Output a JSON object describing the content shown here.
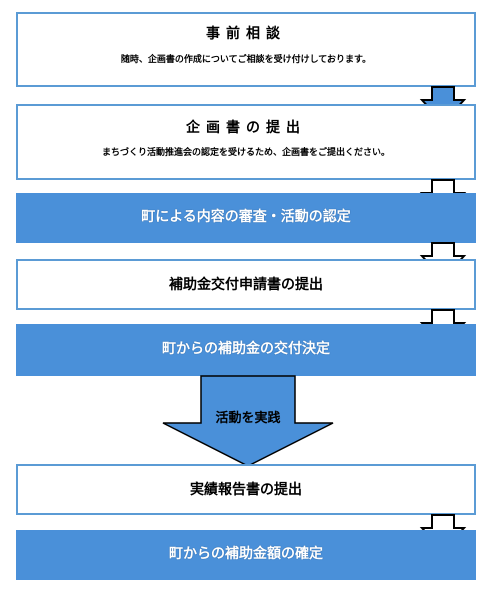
{
  "steps": [
    {
      "title": "事前相談",
      "description": "随時、企画書の作成についてご相談を受け付けしております。"
    },
    {
      "title": "企画書の提出",
      "description": "まちづくり活動推進会の認定を受けるため、企画書をご提出ください。"
    },
    {
      "title": "町による内容の審査・活動の認定"
    },
    {
      "title": "補助金交付申請書の提出"
    },
    {
      "title": "町からの補助金の交付決定"
    },
    {
      "title": "実績報告書の提出"
    },
    {
      "title": "町からの補助金額の確定"
    }
  ],
  "big_arrow": {
    "label": "活動を実践"
  },
  "colors": {
    "box_border": "#5b9bd5",
    "blue_fill": "#4a90d9",
    "arrow_fill": "#4a90d9",
    "arrow_stroke": "#000000"
  }
}
